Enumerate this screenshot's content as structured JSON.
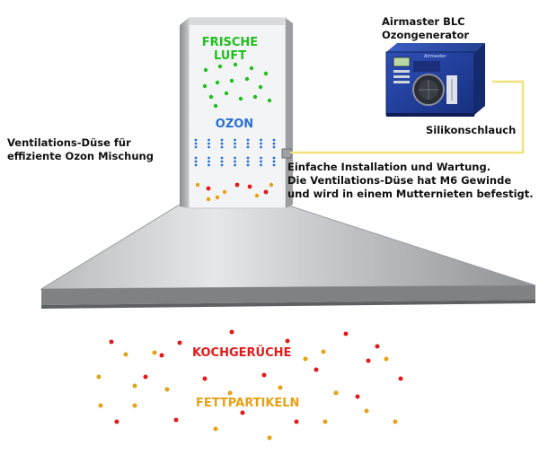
{
  "generator": {
    "title_line1": "Airmaster BLC",
    "title_line2": "Ozongenerator",
    "brand": "Airmaster"
  },
  "labels": {
    "hose": "Silikonschlauch",
    "nozzle_line1": "Ventilations-Düse für",
    "nozzle_line2": "effiziente Ozon Mischung",
    "install_line1": "Einfache Installation und Wartung.",
    "install_line2": "Die Ventilations-Düse hat M6 Gewinde",
    "install_line3": "und wird in einem Mutternieten befestigt."
  },
  "chimney": {
    "fresh_line1": "FRISCHE",
    "fresh_line2": "LUFT",
    "ozone": "OZON"
  },
  "below": {
    "odors": "KOCHGERÜCHE",
    "grease": "FETTPARTIKELN"
  },
  "colors": {
    "fresh_air": "#1fbf1f",
    "ozone": "#2a6fd6",
    "odors": "#e01b1b",
    "grease": "#e6a215",
    "hose": "#f2e27a",
    "generator_body": "#1f3f9e"
  }
}
